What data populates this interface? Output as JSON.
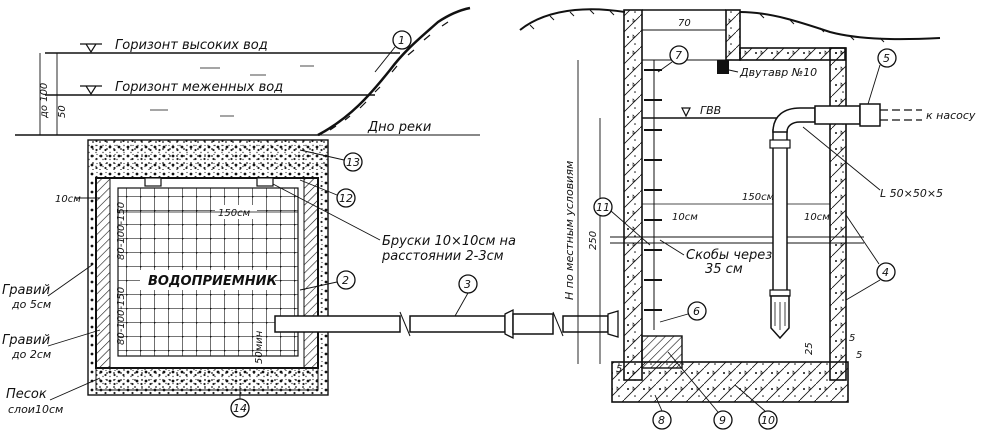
{
  "labels": {
    "high_water": "Горизонт высоких вод",
    "low_water": "Горизонт меженных вод",
    "river_bottom": "Дно реки",
    "bars": "Бруски 10×10см на",
    "bars_2": "расстоянии 2-3см",
    "intake": "ВОДОПРИЕМНИК",
    "gravel_5": "Гравий",
    "gravel_5_sub": "до 5см",
    "gravel_2": "Гравий",
    "gravel_2_sub": "до 2см",
    "sand": "Песок",
    "sand_sub": "слои10см",
    "ibeam": "Двутавр №10",
    "to_pump": "к насосу",
    "angle": "L 50×50×5",
    "brackets": "Скобы через",
    "brackets_sub": "35 см",
    "h_local": "H по местным условиям",
    "gvv": "ГВВ"
  },
  "dimensions": {
    "d100": "до 100",
    "d50": "50",
    "d10_left": "10см",
    "d150_left": "150см",
    "d80": "80-100-150",
    "d80b": "80-100-150",
    "d70": "70",
    "d250": "250",
    "d150_right": "150см",
    "d10a": "10см",
    "d10b": "10см",
    "d25": "25",
    "d5a": "5",
    "d5b": "5",
    "d5c": "5",
    "d50min": "50мин"
  },
  "callouts": [
    "1",
    "2",
    "3",
    "4",
    "5",
    "6",
    "7",
    "8",
    "9",
    "10",
    "11",
    "12",
    "13",
    "14"
  ]
}
